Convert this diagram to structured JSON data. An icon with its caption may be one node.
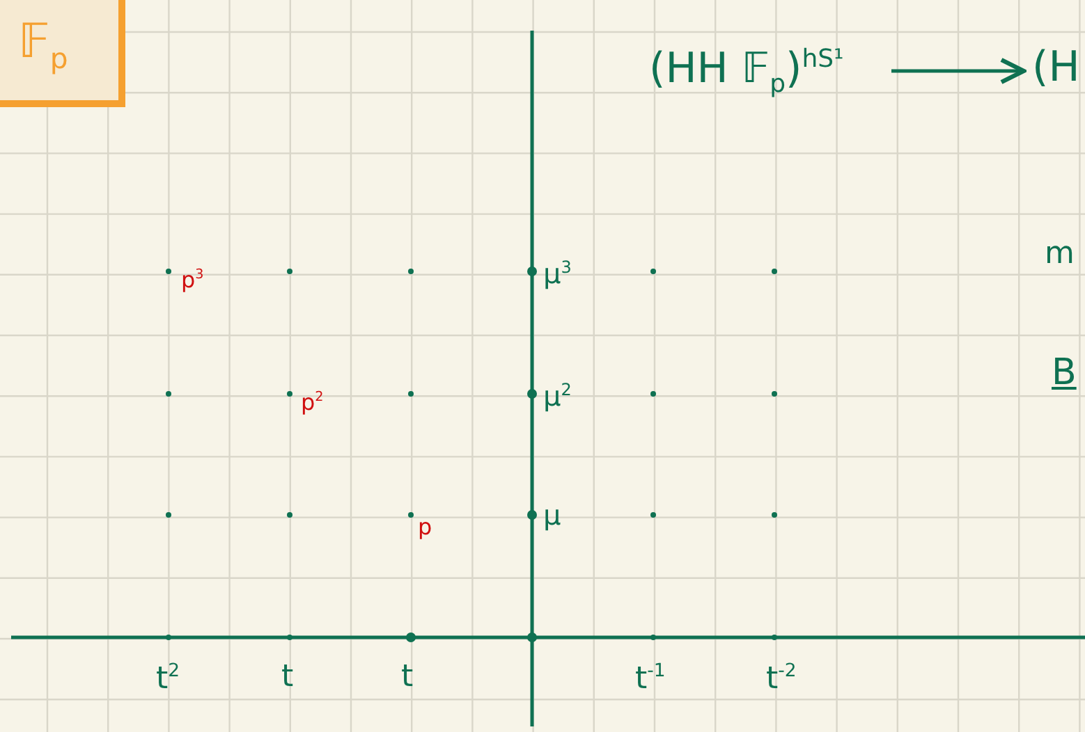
{
  "diagram": {
    "nodes": [
      {
        "text": [
          "𝔽$_{p}$"
        ]
      },
      {
        "text": [
          "(HH 𝔽$_{p}$)$^{hS¹}$"
        ]
      },
      {
        "text": [
          "(H"
        ]
      }
    ],
    "edges": [
      {
        "from": 1,
        "to": 2,
        "arrow": "to"
      }
    ],
    "labels": [
      "p$^{3}$",
      "μ$^{3}$",
      "m",
      "p$^{2}$",
      "μ$^{2}$",
      "B",
      "p",
      "μ",
      "t$^{2}$",
      "t",
      "t",
      "t$^{-1}$",
      "t$^{-2}$"
    ]
  }
}
